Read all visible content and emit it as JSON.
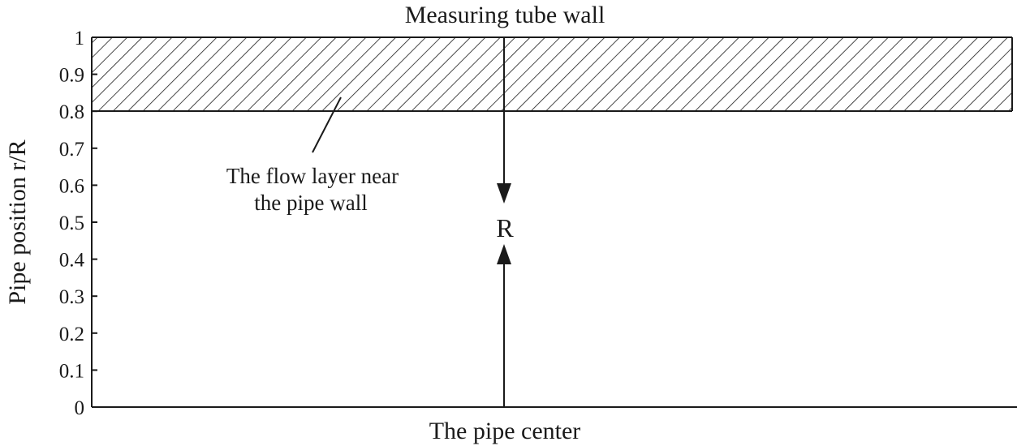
{
  "diagram": {
    "top_label": "Measuring tube wall",
    "bottom_label": "The pipe center",
    "y_axis_label": "Pipe position r/R",
    "radius_label": "R",
    "annotation": {
      "line1": "The flow layer near",
      "line2": "the pipe wall"
    },
    "y_ticks": [
      "0",
      "0.1",
      "0.2",
      "0.3",
      "0.4",
      "0.5",
      "0.6",
      "0.7",
      "0.8",
      "0.9",
      "1"
    ],
    "wall_layer": {
      "from": 0.8,
      "to": 1.0,
      "pattern": "diagonal-hatch"
    },
    "y_range": [
      0,
      1
    ],
    "colors": {
      "ink": "#1a1a1a",
      "background": "#ffffff"
    }
  }
}
